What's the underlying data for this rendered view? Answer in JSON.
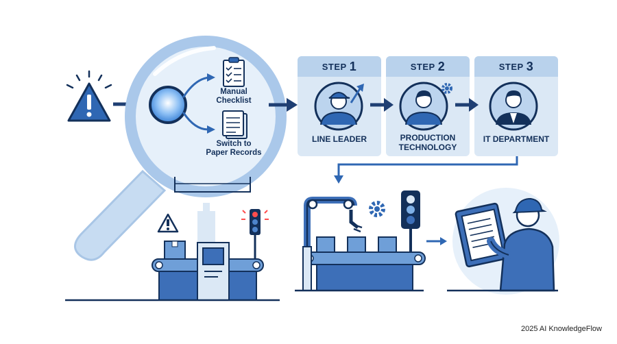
{
  "magnifier": {
    "options": [
      {
        "line1": "Manual",
        "line2": "Checklist"
      },
      {
        "line1": "Switch to",
        "line2": "Paper Records"
      }
    ]
  },
  "steps": [
    {
      "word": "STEP",
      "num": "1",
      "line1": "LINE LEADER",
      "line2": ""
    },
    {
      "word": "STEP",
      "num": "2",
      "line1": "PRODUCTION",
      "line2": "TECHNOLOGY"
    },
    {
      "word": "STEP",
      "num": "3",
      "line1": "IT DEPARTMENT",
      "line2": ""
    }
  ],
  "footer": {
    "text": "2025 AI KnowledgeFlow"
  },
  "colors": {
    "navy": "#1f3f73",
    "mid": "#3d6fb8",
    "light": "#b9d2ec",
    "pale": "#dbe8f5"
  }
}
